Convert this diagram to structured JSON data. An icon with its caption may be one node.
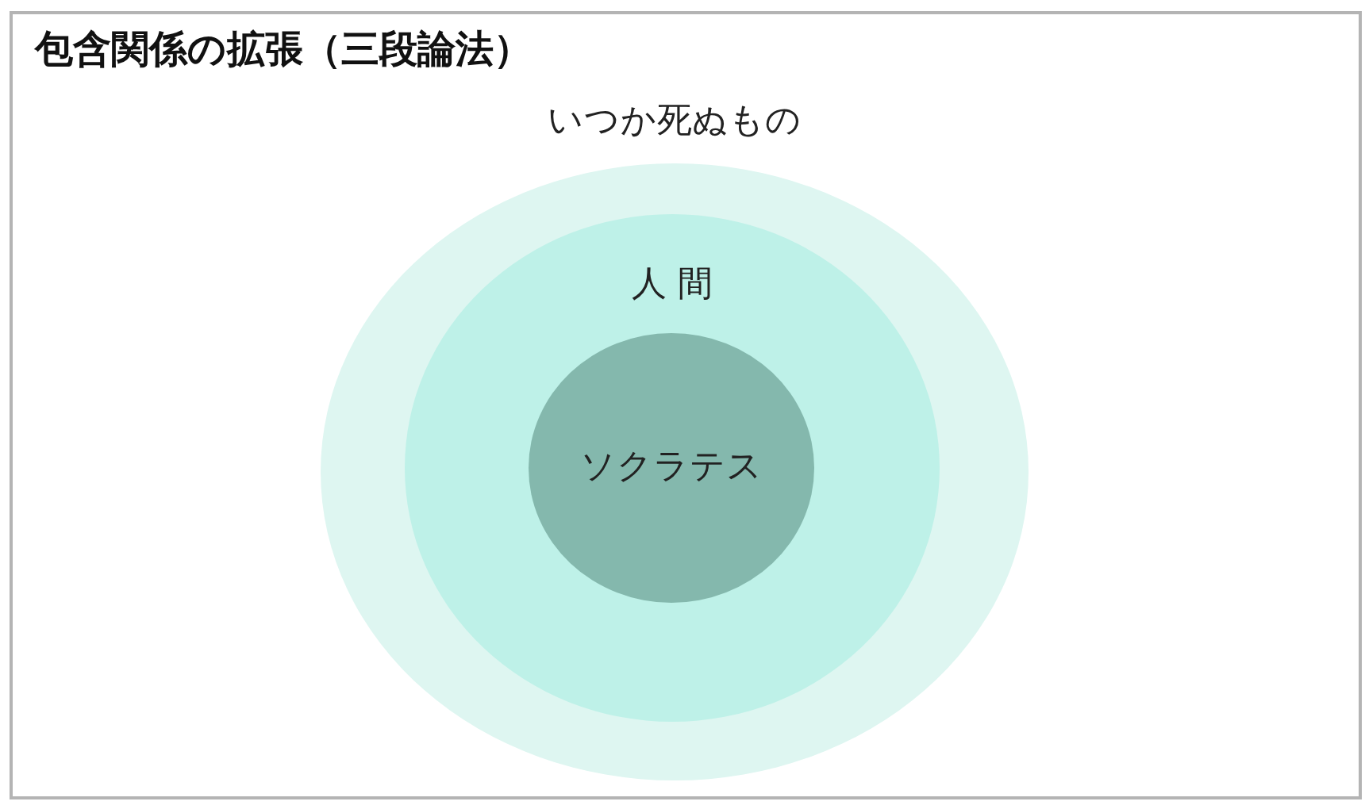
{
  "diagram": {
    "title": "包含関係の拡張（三段論法）",
    "nodes": [
      {
        "text": [
          "いつか死ぬもの"
        ]
      },
      {
        "text": [
          "人 間"
        ],
        "in": 0
      },
      {
        "text": [
          "ソクラテス"
        ],
        "in": 1
      }
    ]
  }
}
